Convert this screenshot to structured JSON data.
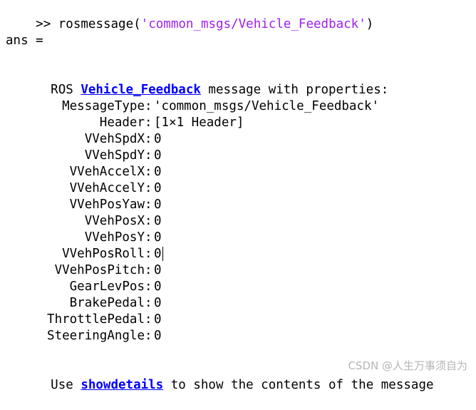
{
  "command": {
    "prompt": ">> ",
    "function": "rosmessage(",
    "argument": "'common_msgs/Vehicle_Feedback'",
    "close": ")"
  },
  "ans_label": "ans =",
  "header": {
    "prefix": "ROS ",
    "link": "Vehicle_Feedback",
    "suffix": " message with properties:"
  },
  "properties": [
    {
      "name": "MessageType",
      "value": "'common_msgs/Vehicle_Feedback'"
    },
    {
      "name": "Header",
      "value": "[1×1 Header]"
    },
    {
      "name": "VVehSpdX",
      "value": "0"
    },
    {
      "name": "VVehSpdY",
      "value": "0"
    },
    {
      "name": "VVehAccelX",
      "value": "0"
    },
    {
      "name": "VVehAccelY",
      "value": "0"
    },
    {
      "name": "VVehPosYaw",
      "value": "0"
    },
    {
      "name": "VVehPosX",
      "value": "0"
    },
    {
      "name": "VVehPosY",
      "value": "0"
    },
    {
      "name": "VVehPosRoll",
      "value": "0"
    },
    {
      "name": "VVehPosPitch",
      "value": "0"
    },
    {
      "name": "GearLevPos",
      "value": "0"
    },
    {
      "name": "BrakePedal",
      "value": "0"
    },
    {
      "name": "ThrottlePedal",
      "value": "0"
    },
    {
      "name": "SteeringAngle",
      "value": "0"
    }
  ],
  "footer": {
    "prefix": "Use ",
    "link": "showdetails",
    "suffix": " to show the contents of the message"
  },
  "watermark": "CSDN @人生万事须自为"
}
